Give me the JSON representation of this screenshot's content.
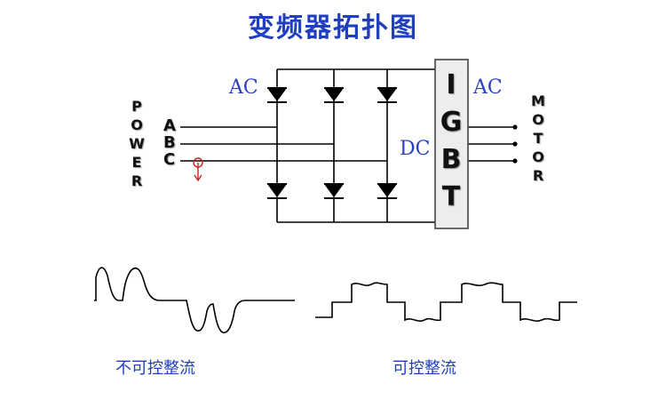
{
  "title": "变频器拓扑图",
  "labels": {
    "ac_left": "AC",
    "ac_right": "AC",
    "dc": "DC",
    "power_letters": [
      "P",
      "O",
      "W",
      "E",
      "R"
    ],
    "motor_letters": [
      "M",
      "O",
      "T",
      "O",
      "R"
    ],
    "phases": [
      "A",
      "B",
      "C"
    ],
    "igbt_letters": [
      "I",
      "G",
      "B",
      "T"
    ]
  },
  "captions": {
    "uncontrolled": "不可控整流",
    "controlled": "可控整流"
  },
  "colors": {
    "title": "#1f3fbf",
    "label": "#2a3fc4",
    "line": "#000000",
    "probe": "#d02020"
  }
}
